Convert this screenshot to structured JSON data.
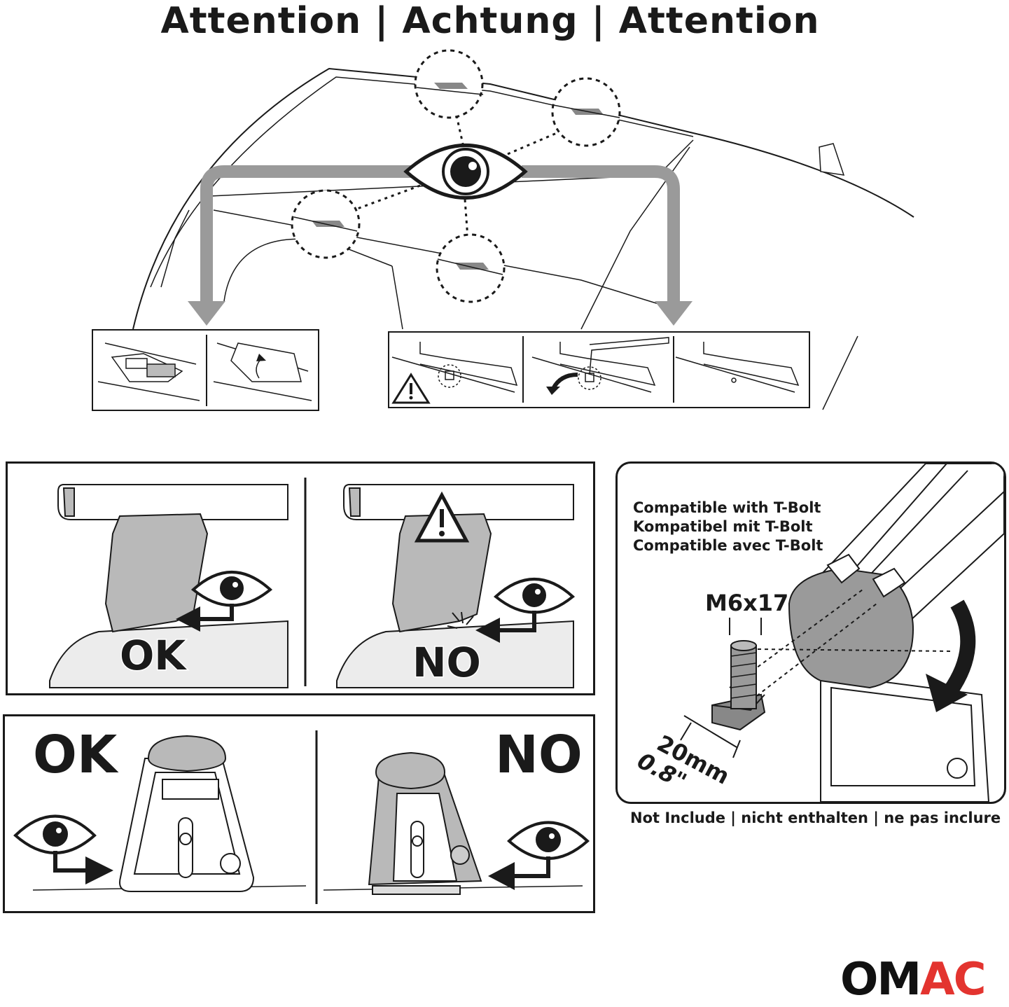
{
  "header": {
    "title": "Attention | Achtung | Attention"
  },
  "fit_panels": {
    "ok_label": "OK",
    "no_label": "NO"
  },
  "front_panels": {
    "ok_label": "OK",
    "no_label": "NO"
  },
  "tbolt": {
    "line_en": "Compatible with T-Bolt",
    "line_de": "Kompatibel mit T-Bolt",
    "line_fr": "Compatible avec T-Bolt",
    "bolt_size": "M6x17",
    "dim_mm": "20mm",
    "dim_in": "0.8\"",
    "caption": "Not Include | nicht enthalten | ne pas inclure"
  },
  "brand": {
    "part1": "OM",
    "part2": "AC",
    "accent": "#e3342f",
    "dark": "#111111"
  },
  "colors": {
    "arrow_gray": "#9a9a9a",
    "line": "#1a1a1a",
    "fill_gray": "#b9b9b9"
  }
}
